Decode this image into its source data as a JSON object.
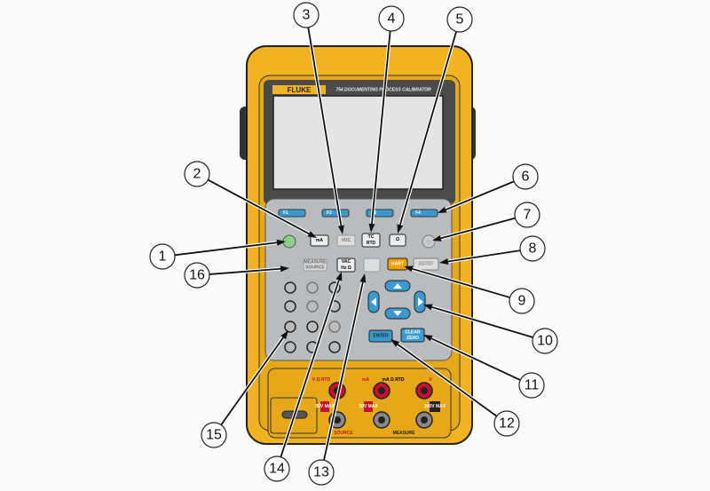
{
  "device": {
    "brand": "FLUKE",
    "model_title": "754 DOCUMENTING PROCESS CALIBRATOR",
    "function_keys": [
      "F1",
      "F2",
      "F3",
      "F4"
    ],
    "keys": {
      "ma": "mA",
      "vdc": "VDC",
      "tc_top": "TC",
      "tc_bottom": "RTD",
      "ohm": "Ω",
      "measure_source_top": "MEASURE",
      "measure_source_bottom": "SOURCE",
      "vac_top": "VAC",
      "vac_bottom": "Hz Ω",
      "hart": "HART",
      "setup": "SETUP",
      "enter": "ENTER",
      "clear_top": "CLEAR",
      "clear_bottom": "ZERO"
    },
    "jacks": {
      "source_label": "SOURCE",
      "measure_label": "MEASURE",
      "jack1": "V Ω RTD",
      "jack2": "mA",
      "jack3": "mA Ω RTD",
      "jack4": "V",
      "max1": "30V MAX",
      "max2": "30V MAX",
      "max3": "300V MAX"
    }
  },
  "callouts": [
    "1",
    "2",
    "3",
    "4",
    "5",
    "6",
    "7",
    "8",
    "9",
    "10",
    "11",
    "12",
    "13",
    "14",
    "15",
    "16"
  ],
  "colors": {
    "body": "#f2b321",
    "bezel": "#4a4a4a",
    "keypad": "#b9bcbf",
    "blue_key": "#3a9ad0",
    "jack_red": "#c8102e"
  }
}
